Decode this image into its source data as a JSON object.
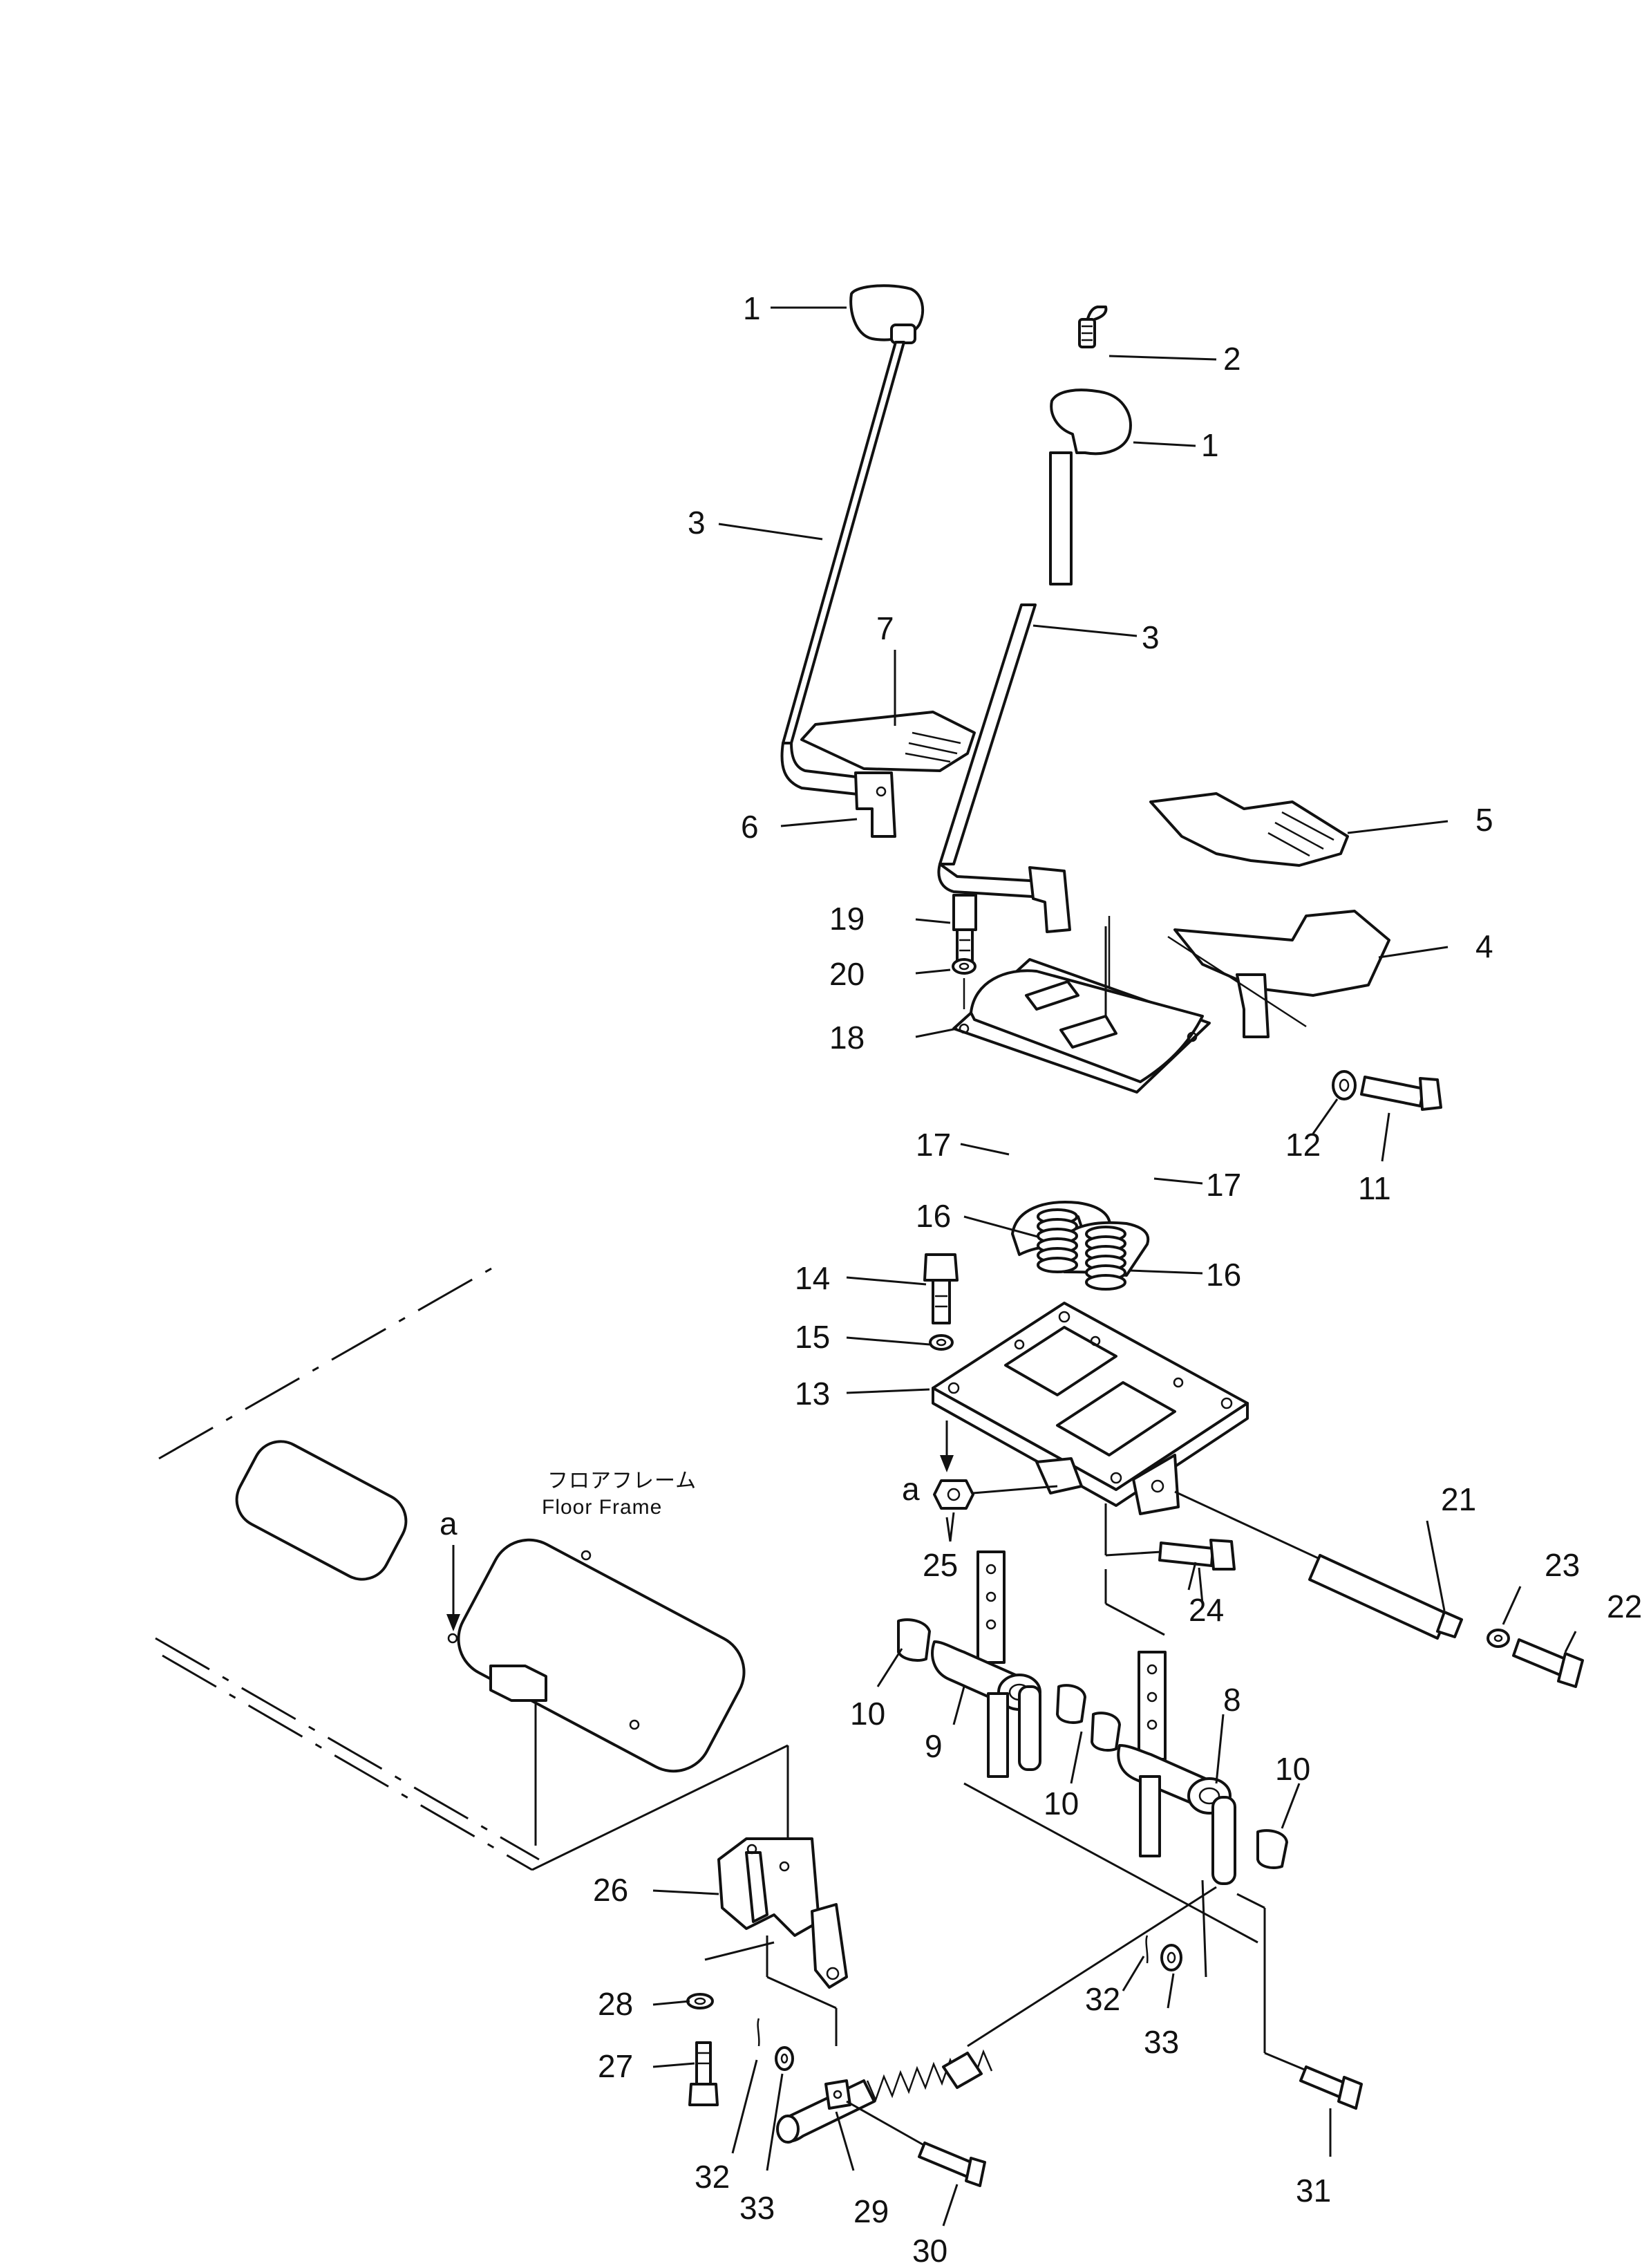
{
  "callouts": {
    "c1a": "1",
    "c1b": "1",
    "c2": "2",
    "c3a": "3",
    "c3b": "3",
    "c4": "4",
    "c5": "5",
    "c6": "6",
    "c7": "7",
    "c8": "8",
    "c9": "9",
    "c10a": "10",
    "c10b": "10",
    "c10c": "10",
    "c11": "11",
    "c12": "12",
    "c13": "13",
    "c14": "14",
    "c15": "15",
    "c16a": "16",
    "c16b": "16",
    "c17a": "17",
    "c17b": "17",
    "c18": "18",
    "c19": "19",
    "c20": "20",
    "c21": "21",
    "c22": "22",
    "c23": "23",
    "c24": "24",
    "c25": "25",
    "c26": "26",
    "c27": "27",
    "c28": "28",
    "c29": "29",
    "c30": "30",
    "c31": "31",
    "c32a": "32",
    "c32b": "32",
    "c33a": "33",
    "c33b": "33"
  },
  "floor_frame": {
    "label_jp": "フロアフレーム",
    "label_en": "Floor Frame"
  },
  "view_marker": {
    "a1": "a",
    "a2": "a"
  }
}
